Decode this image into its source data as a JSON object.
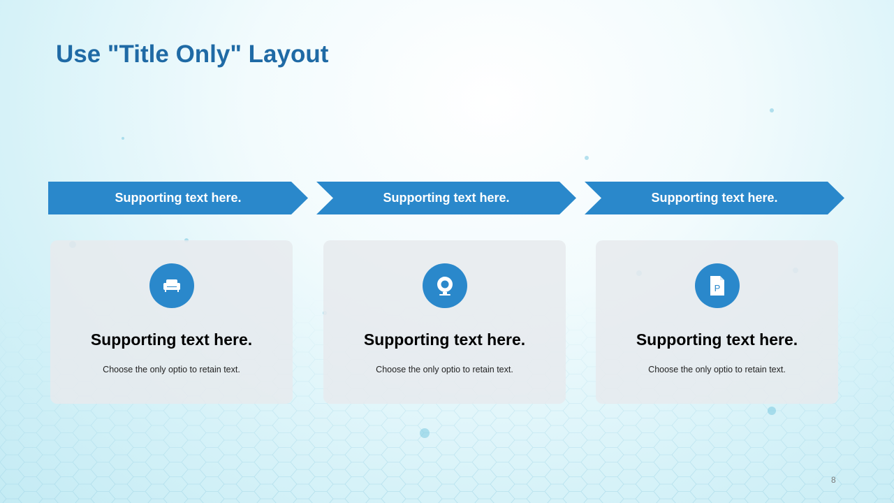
{
  "slide": {
    "title": "Use \"Title Only\" Layout",
    "page_number": "8"
  },
  "steps": [
    {
      "label": "Supporting text here."
    },
    {
      "label": "Supporting text here."
    },
    {
      "label": "Supporting text here."
    }
  ],
  "cards": [
    {
      "icon": "armchair-icon",
      "heading": "Supporting text here.",
      "text": "Choose the only optio to retain text."
    },
    {
      "icon": "webcam-icon",
      "heading": "Supporting text here.",
      "text": "Choose the only optio to retain text."
    },
    {
      "icon": "document-icon",
      "heading": "Supporting text here.",
      "text": "Choose the only optio to retain text.",
      "icon_letter": "P"
    }
  ],
  "colors": {
    "title": "#1f6aa5",
    "accent": "#2a88cb",
    "card_bg": "#e6eaee"
  }
}
